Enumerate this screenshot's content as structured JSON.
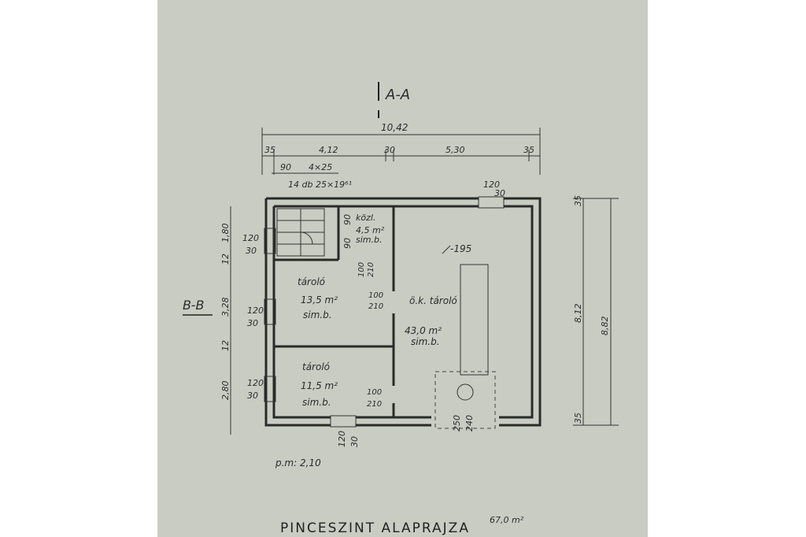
{
  "section_a": "A-A",
  "section_b": "B-B",
  "title": "PINCESZINT ALAPRAJZA",
  "title_area": "67,0 m²",
  "pm": "p.m: 2,10",
  "level": "-195",
  "top_dims": {
    "total": "10,42",
    "d1": "35",
    "d2": "4,12",
    "d3": "30",
    "d4": "5,30",
    "d5": "35",
    "s1": "90",
    "s2": "4×25"
  },
  "stair": "14 db 25×19⁶¹",
  "window_label": {
    "top": "120",
    "bottom": "30"
  },
  "right_dims": {
    "d1": "35",
    "d2": "8,12",
    "d3": "35",
    "total": "8,82"
  },
  "left_dims": {
    "d1": "1,80",
    "d2": "12",
    "d3": "3,28",
    "d4": "12",
    "d5": "2,80"
  },
  "rooms": [
    {
      "name": "tároló",
      "area": "13,5 m²",
      "floor": "sim.b."
    },
    {
      "name": "tároló",
      "area": "11,5 m²",
      "floor": "sim.b."
    },
    {
      "name": "ö.k. tároló",
      "area": "43,0 m²",
      "floor": "sim.b."
    },
    {
      "name": "közl.",
      "area": "4,5 m²",
      "floor": "sim.b."
    }
  ],
  "doors": [
    {
      "top": "100",
      "bottom": "210"
    },
    {
      "top": "100",
      "bottom": "210"
    },
    {
      "top": "100",
      "bottom": "210"
    }
  ],
  "small_90a": "90",
  "small_90b": "90",
  "pillar": {
    "top": "250",
    "bottom": "240"
  }
}
